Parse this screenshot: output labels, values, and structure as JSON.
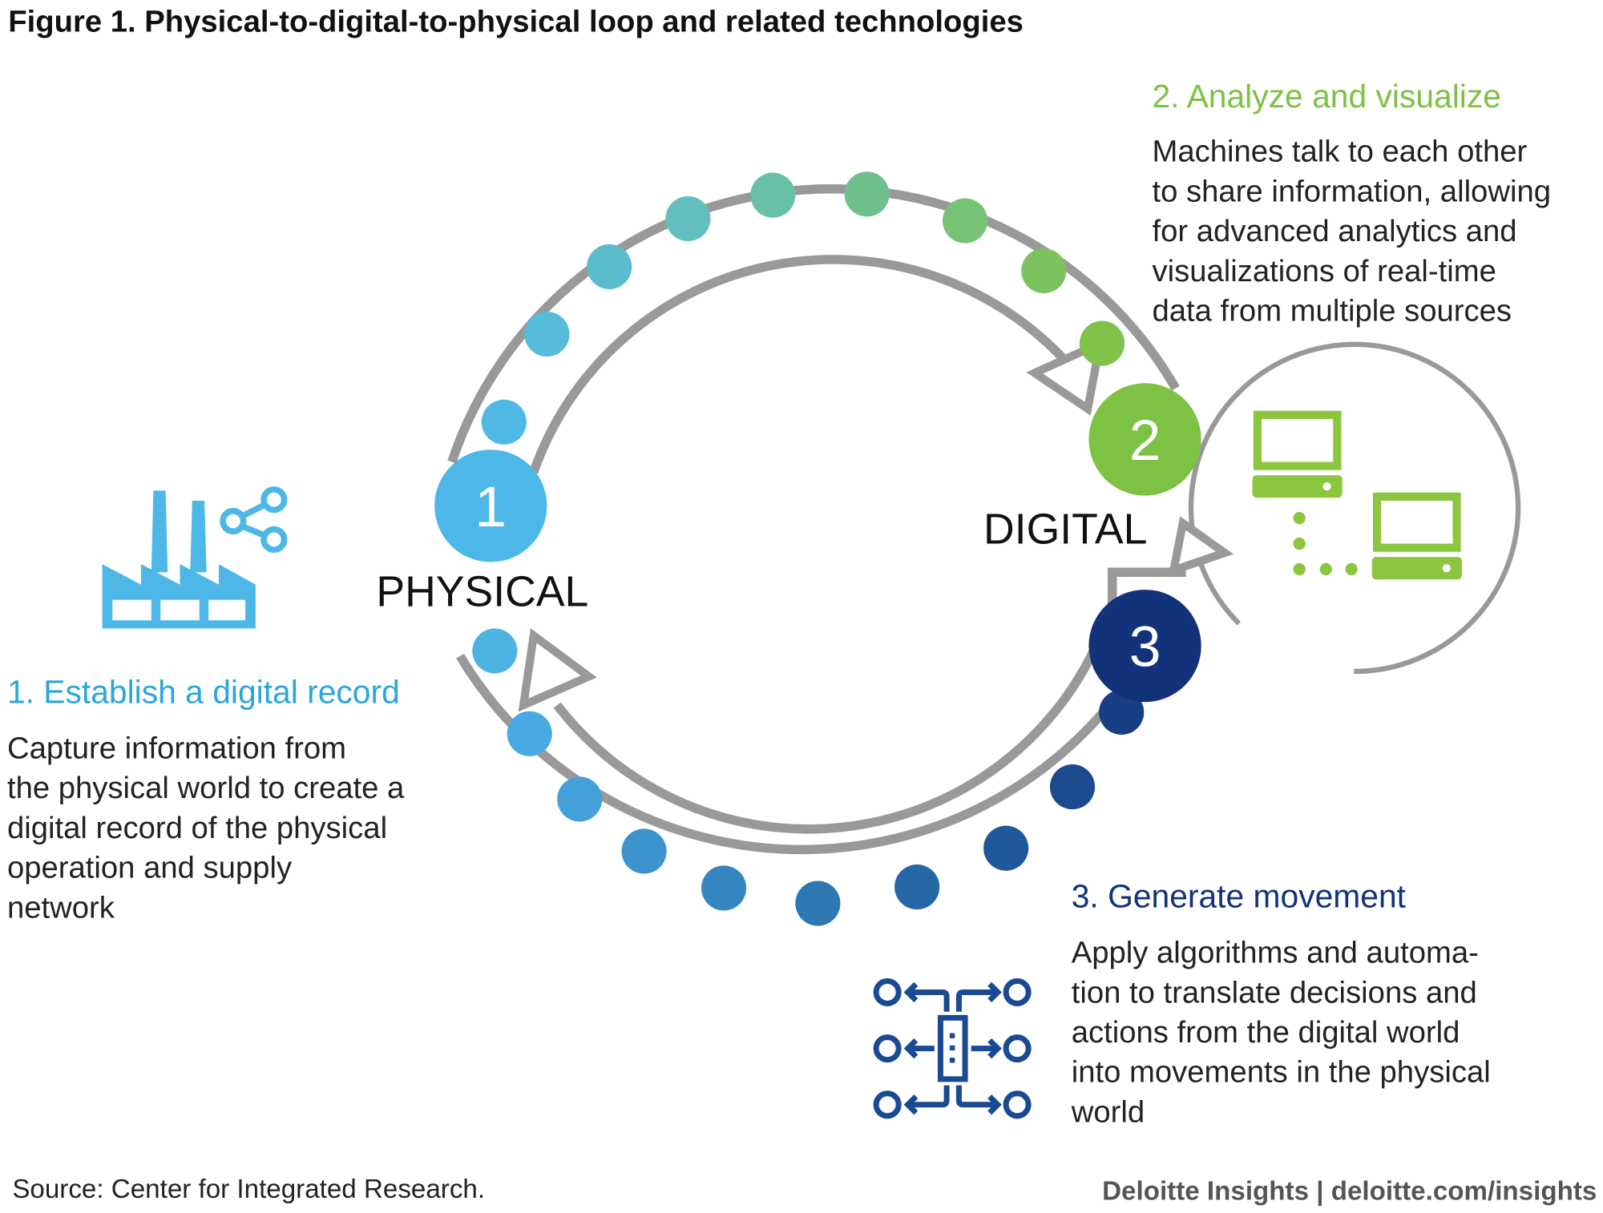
{
  "title": "Figure 1. Physical-to-digital-to-physical loop and related technologies",
  "colors": {
    "physical": "#4db8e8",
    "digital": "#7dc242",
    "movement": "#12327a",
    "loop": "#999999"
  },
  "stages": {
    "physical_label": "PHYSICAL",
    "digital_label": "DIGITAL",
    "step1": {
      "number": "1",
      "heading": "1. Establish a digital record",
      "lines": [
        "Capture information from",
        "the physical world to create a",
        "digital record of the physical",
        "operation and supply",
        "network"
      ]
    },
    "step2": {
      "number": "2",
      "heading": "2. Analyze and visualize",
      "lines": [
        "Machines talk to each other",
        "to share information, allowing",
        "for advanced analytics and",
        "visualizations of real-time",
        "data from multiple sources"
      ]
    },
    "step3": {
      "number": "3",
      "heading": "3. Generate movement",
      "lines": [
        "Apply algorithms and automa-",
        "tion to translate decisions and",
        "actions from the digital world",
        "into movements in the physical",
        "world"
      ]
    }
  },
  "footer": {
    "source": "Source: Center for Integrated Research.",
    "brand": "Deloitte Insights | deloitte.com/insights"
  }
}
